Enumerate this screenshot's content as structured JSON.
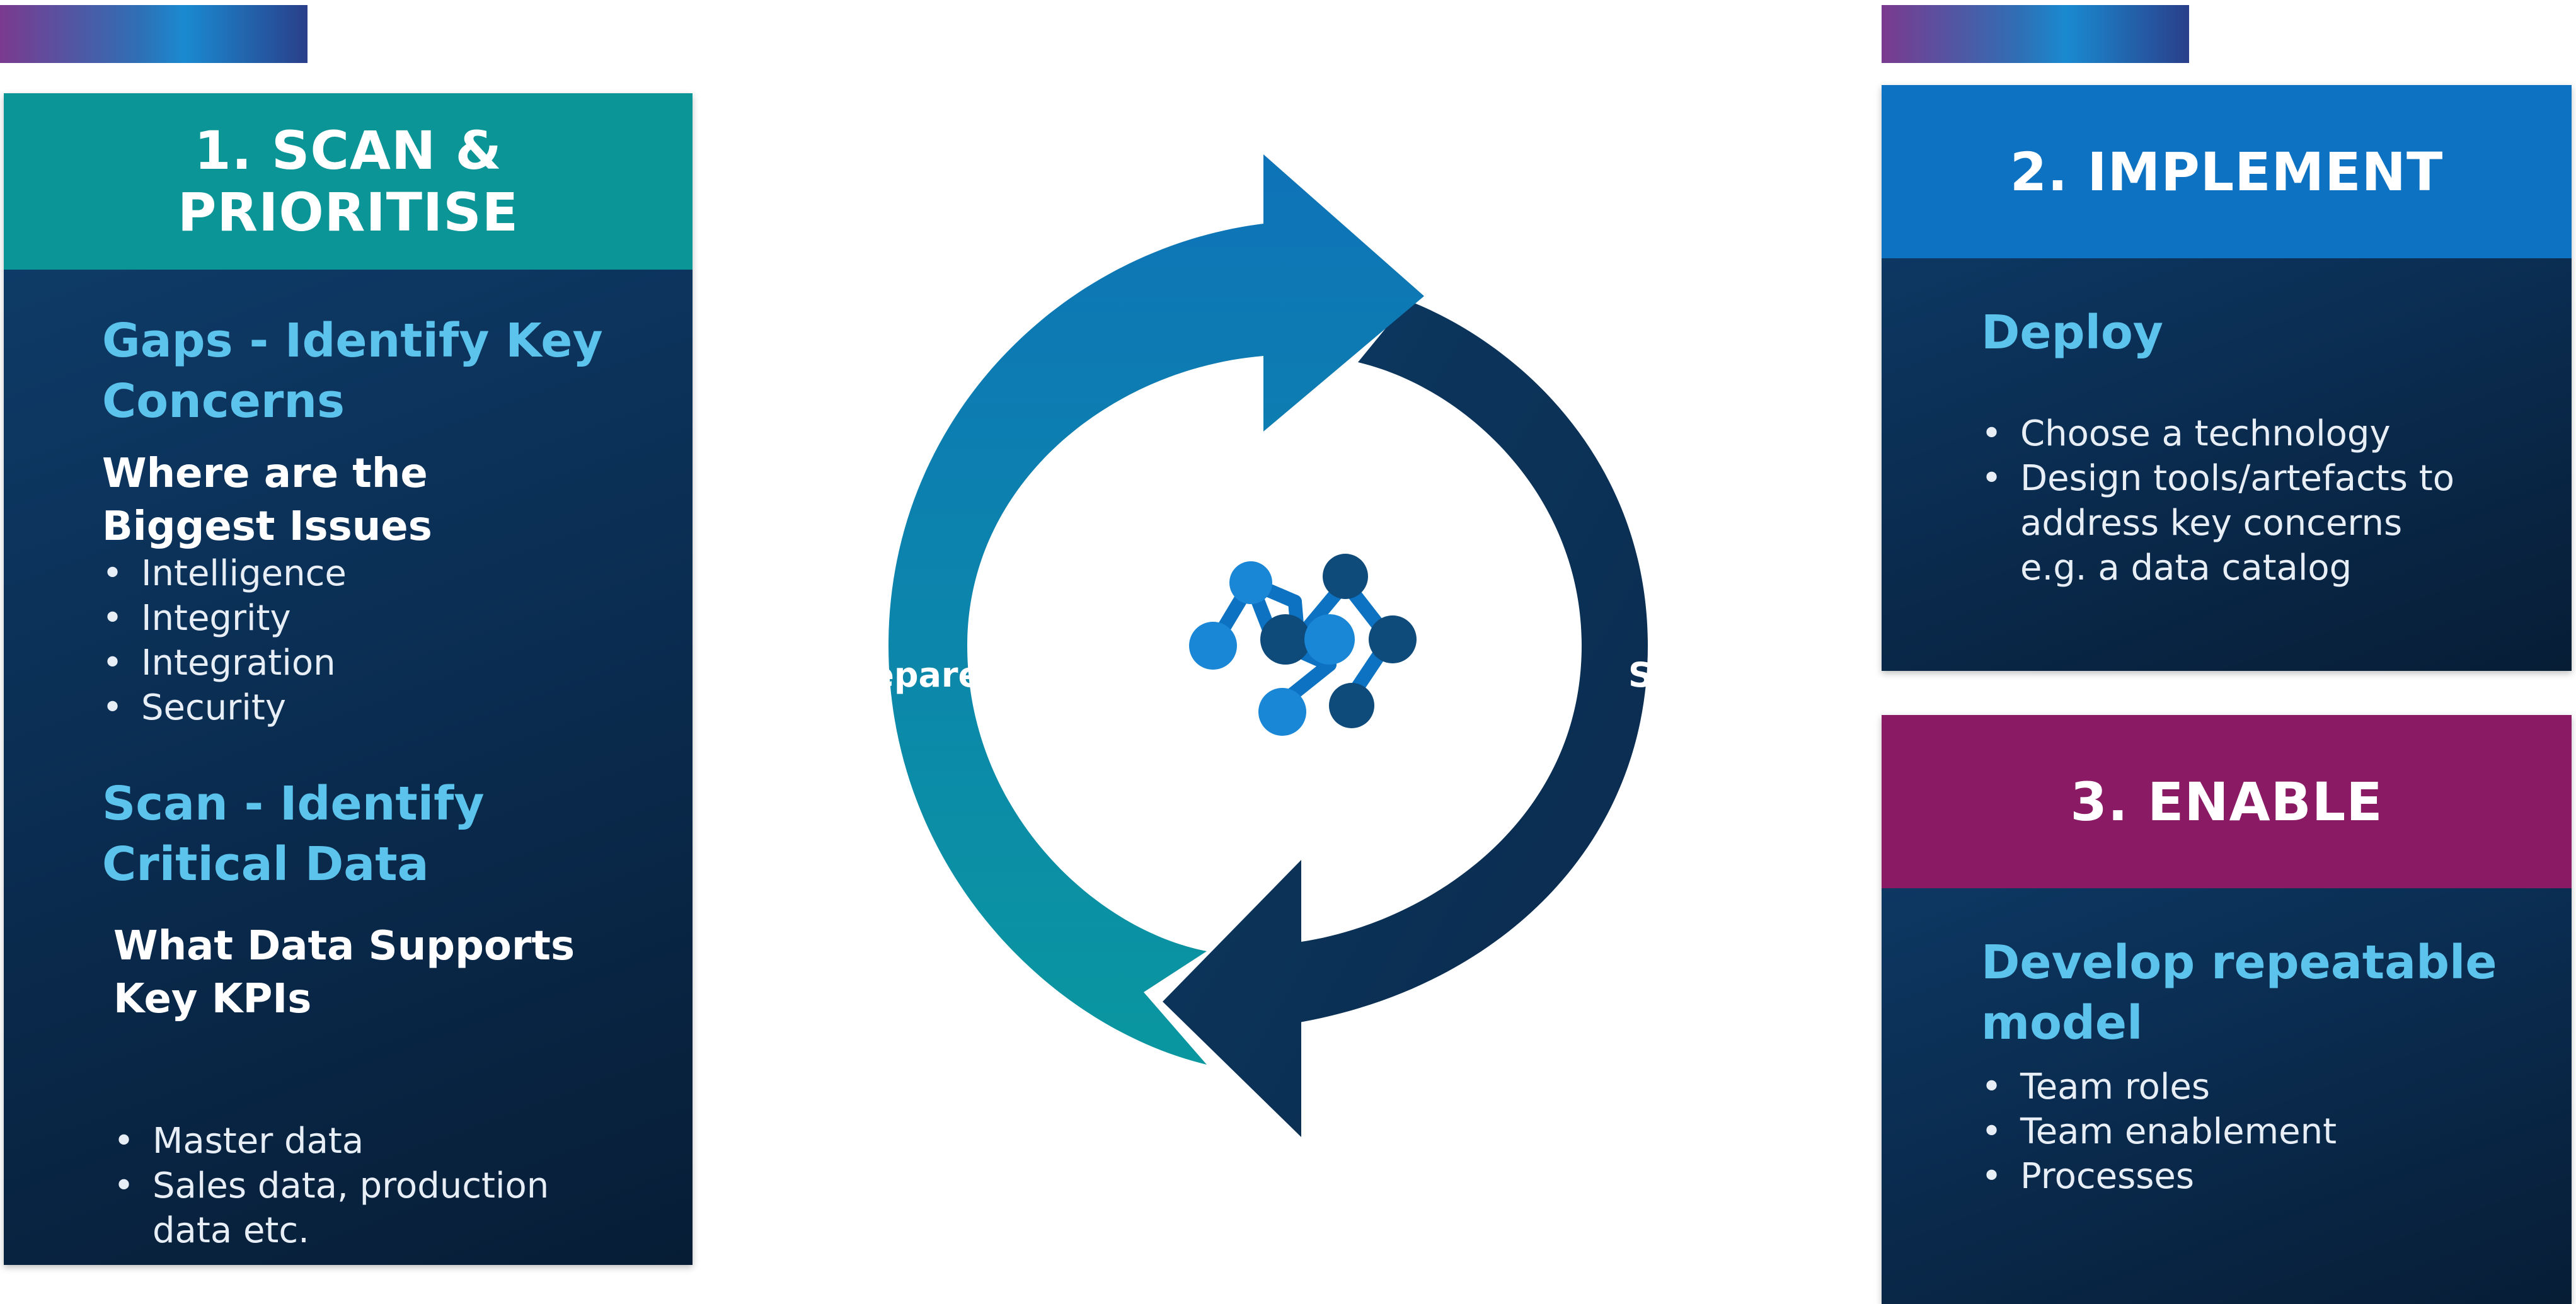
{
  "colors": {
    "teal": "#0b9597",
    "blue": "#0d72c2",
    "magenta": "#8a1a64",
    "navy": "#0b2f55",
    "cyan_text": "#5cc3ec"
  },
  "scan": {
    "title_line1": "1. SCAN &",
    "title_line2": "PRIORITISE",
    "gaps_line1": "Gaps - Identify Key",
    "gaps_line2": "Concerns",
    "issues_line1": "Where are the",
    "issues_line2": "Biggest Issues",
    "issues_bullets": [
      "Intelligence",
      "Integrity",
      "Integration",
      "Security"
    ],
    "scan_line1": "Scan - Identify",
    "scan_line2": "Critical Data",
    "data_line1": "What Data Supports",
    "data_line2": "Key KPIs",
    "data_bullets": [
      "Master data",
      "Sales data, production",
      "data etc."
    ]
  },
  "cycle": {
    "left_label": "Prepare",
    "right_label": "Scale",
    "center_icon": "network-nodes-icon"
  },
  "implement": {
    "title": "2. IMPLEMENT",
    "subtitle": "Deploy",
    "bullets": [
      "Choose a technology",
      "Design tools/artefacts to",
      "address key concerns",
      "e.g. a data catalog"
    ]
  },
  "enable": {
    "title": "3. ENABLE",
    "subtitle_line1": "Develop repeatable",
    "subtitle_line2": "model",
    "bullets": [
      "Team roles",
      "Team enablement",
      "Processes"
    ]
  }
}
